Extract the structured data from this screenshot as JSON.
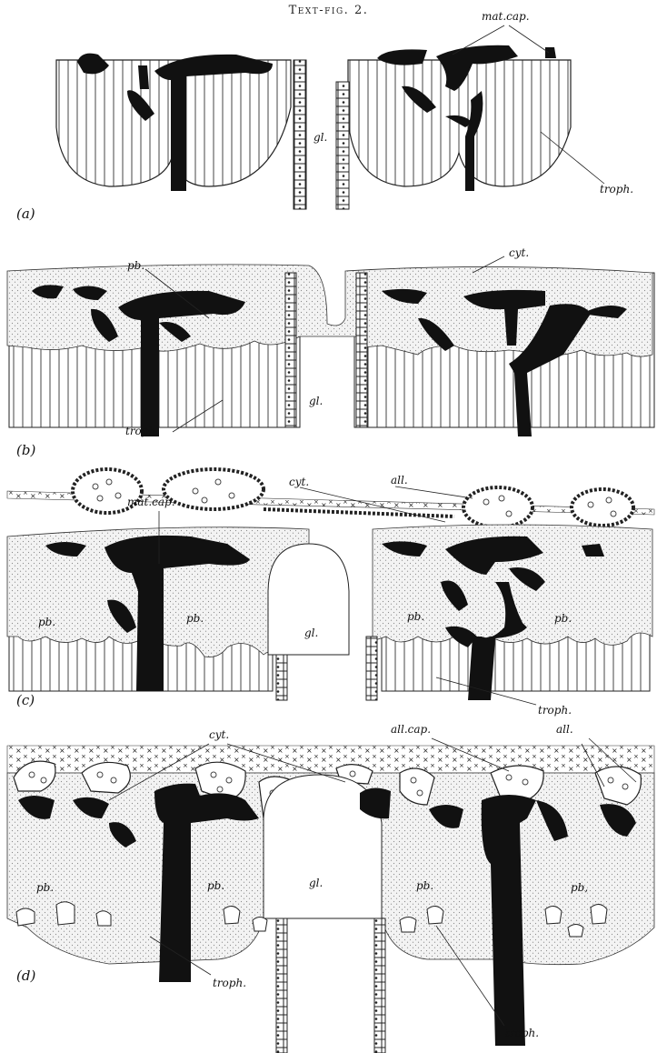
{
  "figure_title": "Text-fig. 2.",
  "panels": {
    "a": {
      "label": "(a)",
      "annotations": {
        "mat_cap": "mat.cap.",
        "gl": "gl.",
        "troph": "troph."
      }
    },
    "b": {
      "label": "(b)",
      "annotations": {
        "pb": "pb.",
        "cyt": "cyt.",
        "gl": "gl.",
        "troph": "troph"
      }
    },
    "c": {
      "label": "(c)",
      "annotations": {
        "mat_cap": "mat.cap.",
        "cyt": "cyt.",
        "all": "all.",
        "pb_1": "pb.",
        "pb_2": "pb.",
        "pb_3": "pb.",
        "pb_4": "pb.",
        "gl": "gl.",
        "troph": "troph."
      }
    },
    "d": {
      "label": "(d)",
      "annotations": {
        "cyt": "cyt.",
        "all_cap": "all.cap.",
        "all": "all.",
        "pb_1": "pb.",
        "pb_2": "pb.",
        "pb_3": "pb.",
        "pb_4": "pb,",
        "gl": "gl.",
        "troph_1": "troph.",
        "troph_2": "troph."
      }
    }
  },
  "colors": {
    "ink": "#111111",
    "stipple": "#8a8a8a",
    "stipple_bg": "#f2f2f2",
    "hatch": "#444444"
  }
}
